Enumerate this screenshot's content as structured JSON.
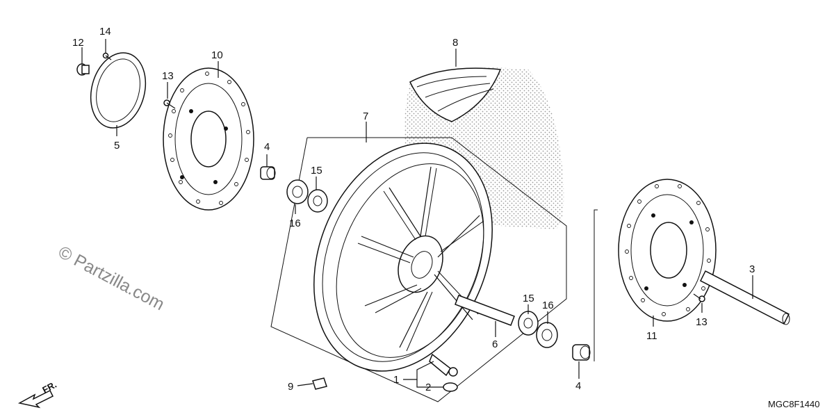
{
  "watermark": "© Partzilla.com",
  "diagram_code": "MGC8F1440",
  "direction_label": "FR.",
  "callouts": {
    "p12": "12",
    "p14": "14",
    "p5": "5",
    "p10": "10",
    "p13a": "13",
    "p4a": "4",
    "p15a": "15",
    "p16a": "16",
    "p7": "7",
    "p8": "8",
    "p3": "3",
    "p11": "11",
    "p13b": "13",
    "p6": "6",
    "p15b": "15",
    "p16b": "16",
    "p4b": "4",
    "p1": "1",
    "p2": "2",
    "p9": "9"
  }
}
